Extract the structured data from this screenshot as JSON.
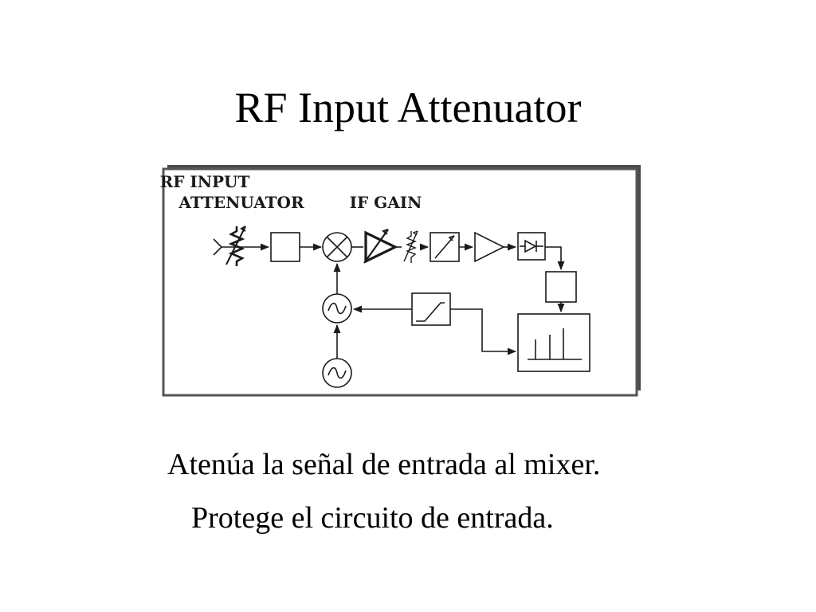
{
  "slide": {
    "title": "RF Input Attenuator",
    "captions": [
      "Atenúa la señal de entrada al mixer.",
      "Protege el circuito de entrada."
    ]
  },
  "diagram": {
    "labels": {
      "rf_input_line1": "RF INPUT",
      "rf_input_line2": "ATTENUATOR",
      "if_gain": "IF GAIN"
    },
    "blocks": [
      "input-antenna",
      "rf-input-attenuator",
      "input-filter",
      "mixer",
      "if-gain-amplifier",
      "if-gain-variable-resistor",
      "if-filter",
      "log-amplifier",
      "envelope-detector",
      "video-filter",
      "display",
      "local-oscillator",
      "ramp-generator",
      "reference-oscillator"
    ]
  }
}
